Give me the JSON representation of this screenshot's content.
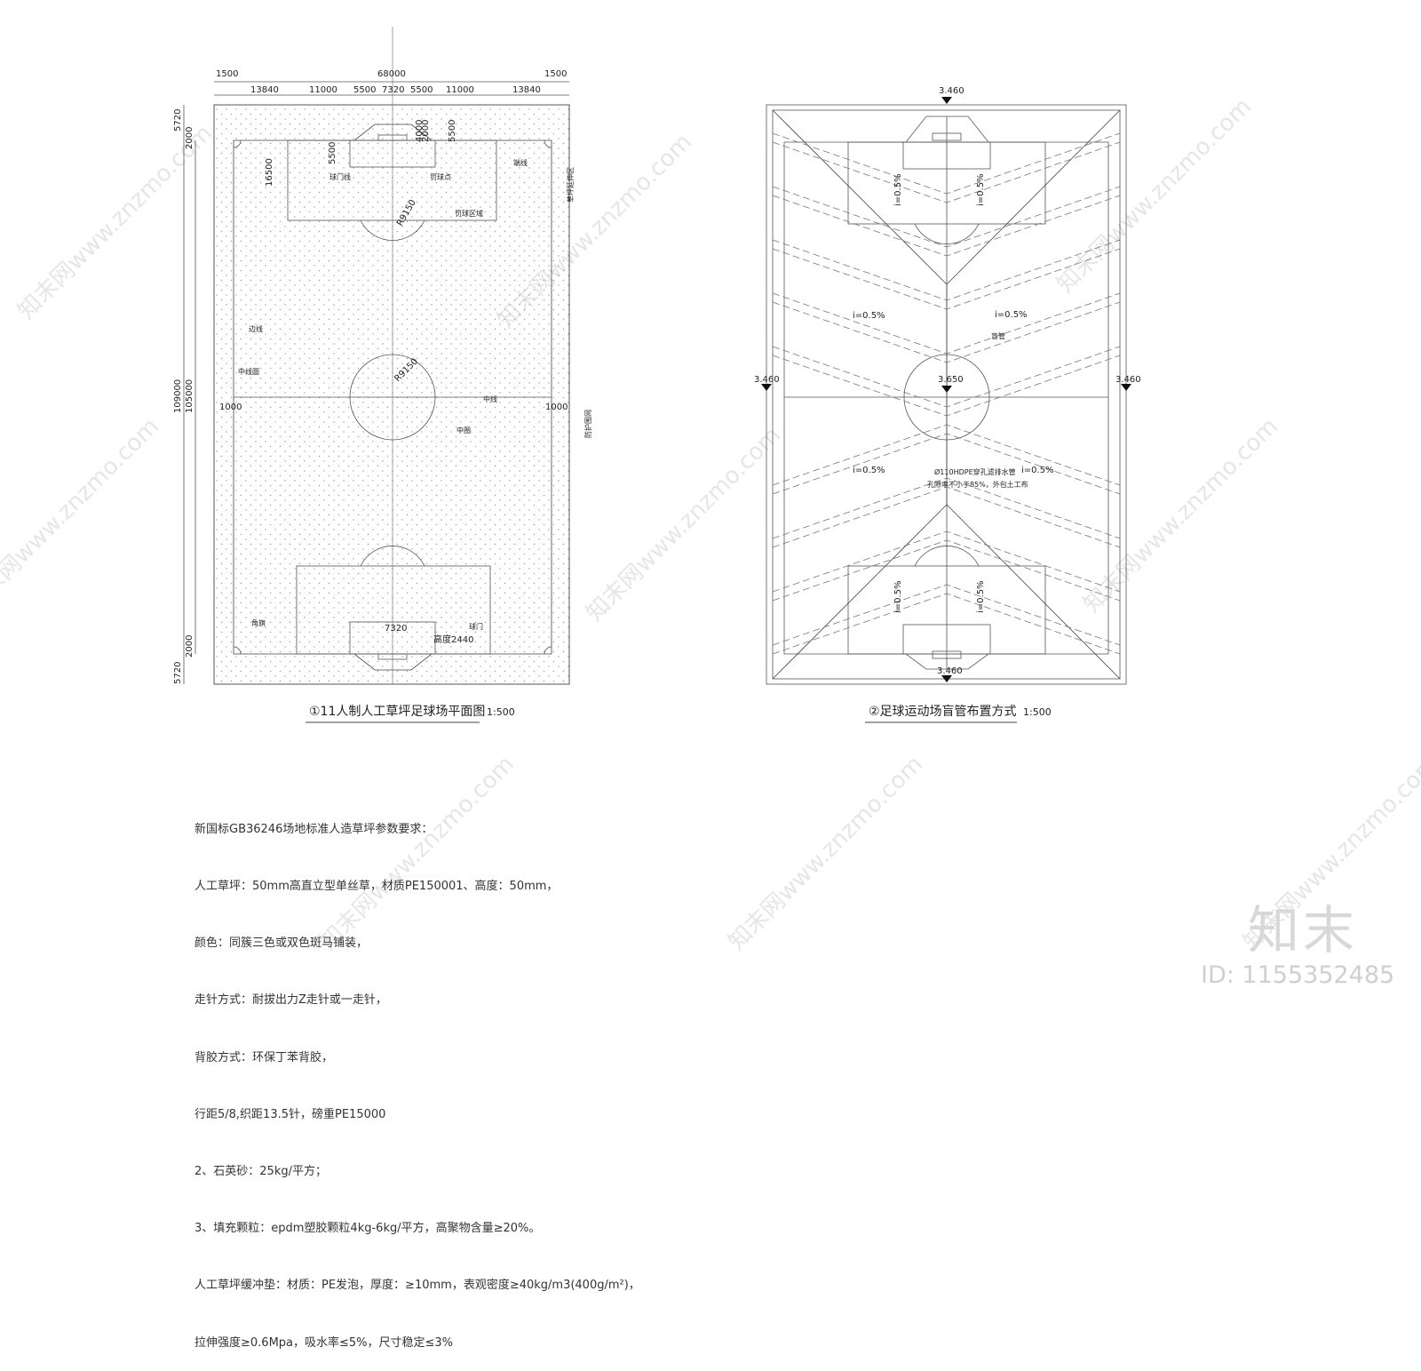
{
  "plan1": {
    "title": "①11人制人工草坪足球场平面图",
    "scale": "1:500",
    "top_dims": [
      "1500",
      "68000",
      "1500"
    ],
    "sub_dims": [
      "13840",
      "11000",
      "5500",
      "7320",
      "5500",
      "11000",
      "13840"
    ],
    "left_dims": [
      "5720",
      "2000",
      "109000",
      "105000",
      "2000",
      "5720"
    ],
    "inner_dims": [
      "16500",
      "5500",
      "4000",
      "2000",
      "5500"
    ],
    "radius_penalty": "R9150",
    "radius_center": "R9150",
    "side_dims": [
      "1000",
      "1000"
    ],
    "goal_dims": [
      "7320",
      "高度2440"
    ],
    "labels": {
      "goal_line": "球门线",
      "penalty_point": "罚球点",
      "penalty_area": "罚球区域",
      "end_line": "端线",
      "runoff": "草坪延伸区",
      "side_line": "边线",
      "center_circle_lbl": "中线圆",
      "midline": "中线",
      "center_circle": "中圈",
      "fence": "防护围网",
      "corner": "角旗",
      "goal": "球门"
    }
  },
  "plan2": {
    "title": "②足球运动场盲管布置方式",
    "scale": "1:500",
    "elev_top": "3.460",
    "elev_bottom": "3.460",
    "elev_left": "3.460",
    "elev_right": "3.460",
    "elev_center": "3.650",
    "slope": "i=0.5%",
    "pipe_label": "盲管",
    "pipe_note1": "Ø110HDPE穿孔滤排水管",
    "pipe_note2": "孔隙率不小于85%，外包土工布"
  },
  "notes": [
    "新国标GB36246场地标准人造草坪参数要求：",
    "人工草坪：50mm高直立型单丝草，材质PE150001、高度：50mm，",
    "颜色：同簇三色或双色斑马铺装，",
    "走针方式：耐拔出力Z走针或一走针，",
    "背胶方式：环保丁苯背胶，",
    "行距5/8,织距13.5针，磅重PE15000",
    "2、石英砂：25kg/平方；",
    "3、填充颗粒：epdm塑胶颗粒4kg-6kg/平方，高聚物含量≥20%。",
    "人工草坪缓冲垫：材质：PE发泡，厚度：≥10mm，表观密度≥40kg/m3(400g/m²)，",
    "拉伸强度≥0.6Mpa，吸水率≤5%，尺寸稳定≤3%"
  ],
  "watermark": "知末网www.znzmo.com",
  "brand": "知末",
  "brand_id": "ID: 1155352485"
}
